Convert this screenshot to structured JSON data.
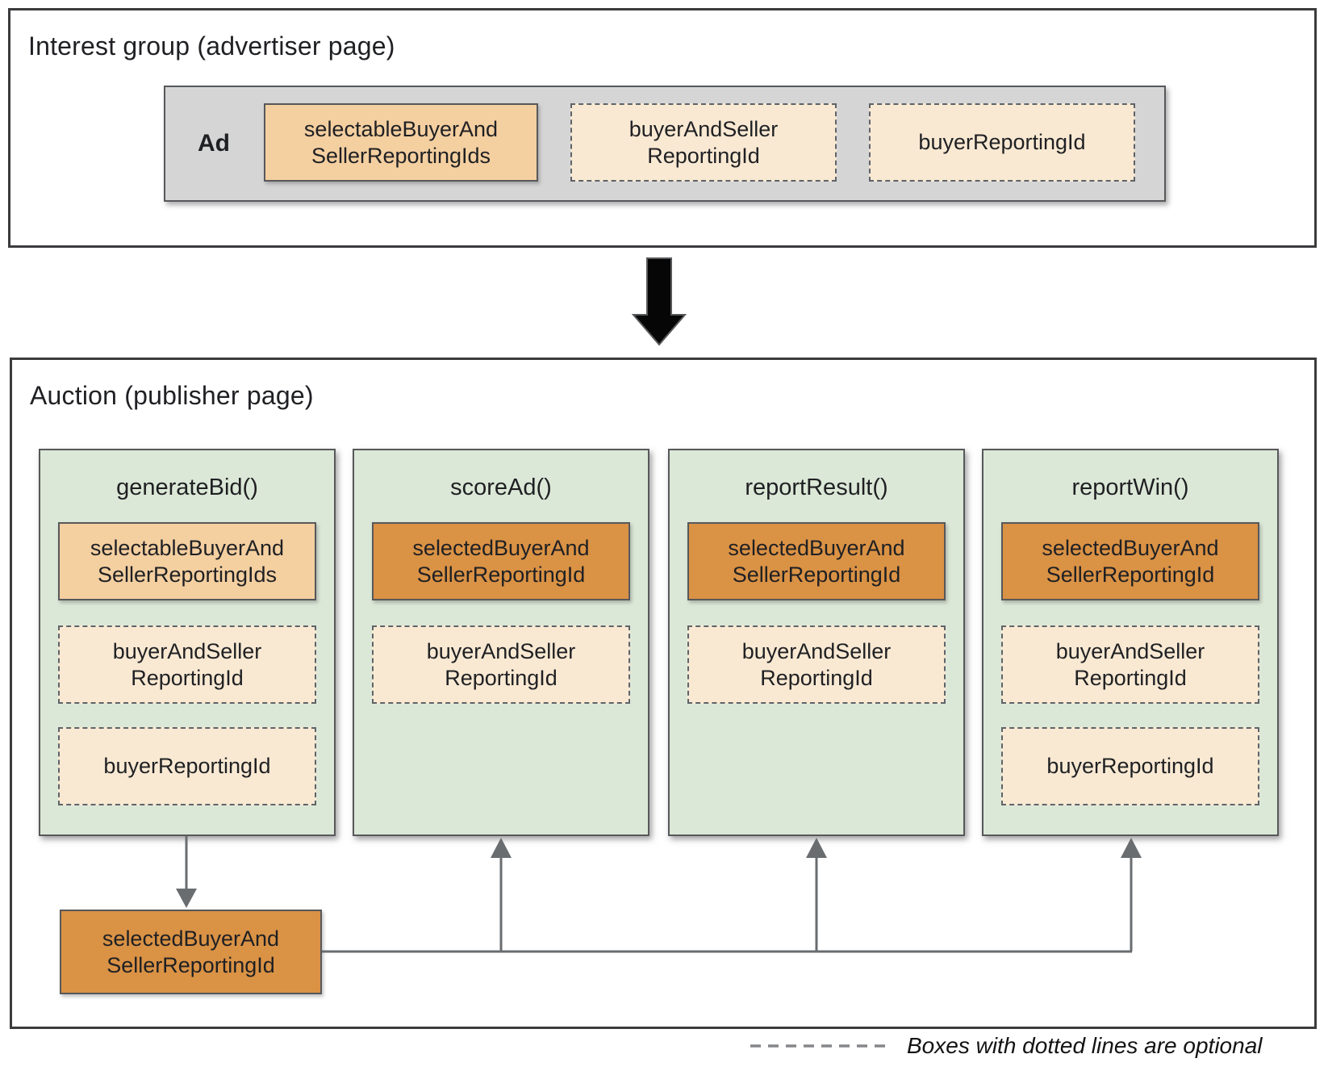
{
  "colors": {
    "function_box_fill": "#dce8d7",
    "selectable_fill": "#f4cfa0",
    "selected_fill": "#da9245",
    "optional_fill": "#f9e9d3",
    "ad_strip_fill": "#d5d5d6",
    "border": "#57585b",
    "connector": "#6a6d70"
  },
  "interest_group": {
    "title": "Interest group (advertiser page)",
    "ad": {
      "label": "Ad",
      "boxes": [
        {
          "line1": "selectableBuyerAnd",
          "line2": "SellerReportingIds",
          "optional": false
        },
        {
          "line1": "buyerAndSeller",
          "line2": "ReportingId",
          "optional": true
        },
        {
          "line1": "buyerReportingId",
          "optional": true
        }
      ]
    }
  },
  "auction": {
    "title": "Auction (publisher page)",
    "columns": [
      {
        "title": "generateBid()",
        "boxes": [
          {
            "line1": "selectableBuyerAnd",
            "line2": "SellerReportingIds",
            "optional": false
          },
          {
            "line1": "buyerAndSeller",
            "line2": "ReportingId",
            "optional": true
          },
          {
            "line1": "buyerReportingId",
            "optional": true
          }
        ]
      },
      {
        "title": "scoreAd()",
        "boxes": [
          {
            "line1": "selectedBuyerAnd",
            "line2": "SellerReportingId",
            "optional": false
          },
          {
            "line1": "buyerAndSeller",
            "line2": "ReportingId",
            "optional": true
          }
        ]
      },
      {
        "title": "reportResult()",
        "boxes": [
          {
            "line1": "selectedBuyerAnd",
            "line2": "SellerReportingId",
            "optional": false
          },
          {
            "line1": "buyerAndSeller",
            "line2": "ReportingId",
            "optional": true
          }
        ]
      },
      {
        "title": "reportWin()",
        "boxes": [
          {
            "line1": "selectedBuyerAnd",
            "line2": "SellerReportingId",
            "optional": false
          },
          {
            "line1": "buyerAndSeller",
            "line2": "ReportingId",
            "optional": true
          },
          {
            "line1": "buyerReportingId",
            "optional": true
          }
        ]
      }
    ],
    "selected_output": {
      "line1": "selectedBuyerAnd",
      "line2": "SellerReportingId"
    }
  },
  "legend": {
    "label": "Boxes with dotted lines are optional"
  }
}
